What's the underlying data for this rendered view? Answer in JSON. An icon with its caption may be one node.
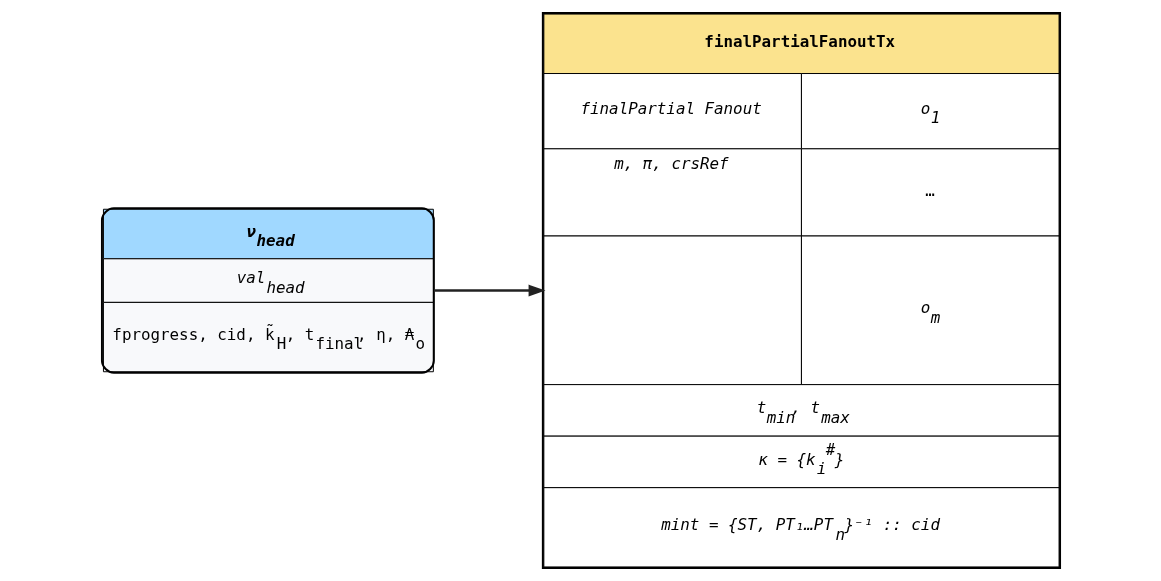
{
  "diagram": {
    "nodes": [
      {
        "text": [
          "ν$_{head}$",
          "val$_{head}$",
          "fprogress, cid, k̃$_{H}$, t$_{final}$, η, ₳$_{o}$"
        ]
      },
      {
        "text": [
          "finalPartialFanoutTx",
          "finalPartial Fanout",
          "m, π, crsRef",
          "o$_{1}$",
          "…",
          "o$_{m}$",
          "t$_{min}$, t$_{max}$",
          "κ = {k$_{i}$$^{#}$}",
          "mint = {ST, PT₁…PT$_{n}$}⁻¹ :: cid"
        ]
      }
    ],
    "edges": [
      {
        "from": 0,
        "to": 1,
        "arrow": "to"
      }
    ]
  }
}
